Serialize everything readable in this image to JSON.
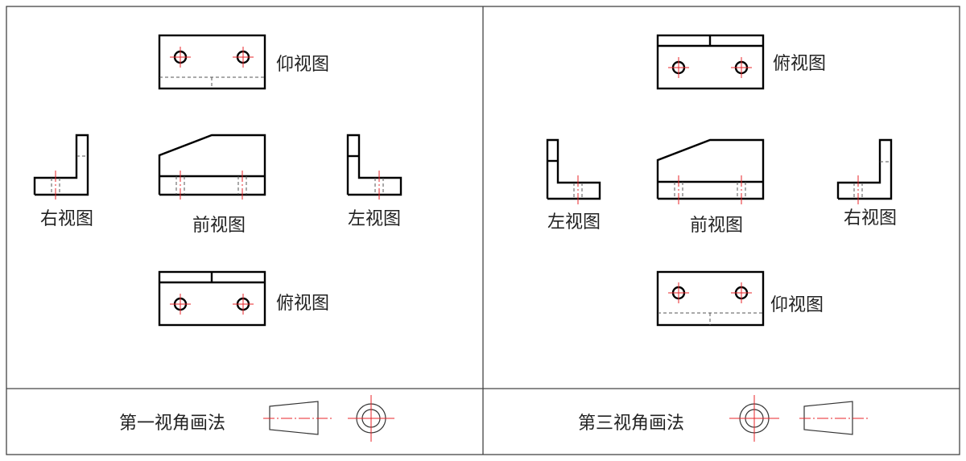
{
  "left_panel": {
    "views": {
      "top": "仰视图",
      "right": "右视图",
      "front": "前视图",
      "left": "左视图",
      "bottom": "俯视图"
    },
    "method_title": "第一视角画法"
  },
  "right_panel": {
    "views": {
      "top": "俯视图",
      "left": "左视图",
      "front": "前视图",
      "right": "右视图",
      "bottom": "仰视图"
    },
    "method_title": "第三视角画法"
  },
  "colors": {
    "outline": "#000000",
    "center_line": "#e8242a",
    "hidden_line": "#555555"
  }
}
